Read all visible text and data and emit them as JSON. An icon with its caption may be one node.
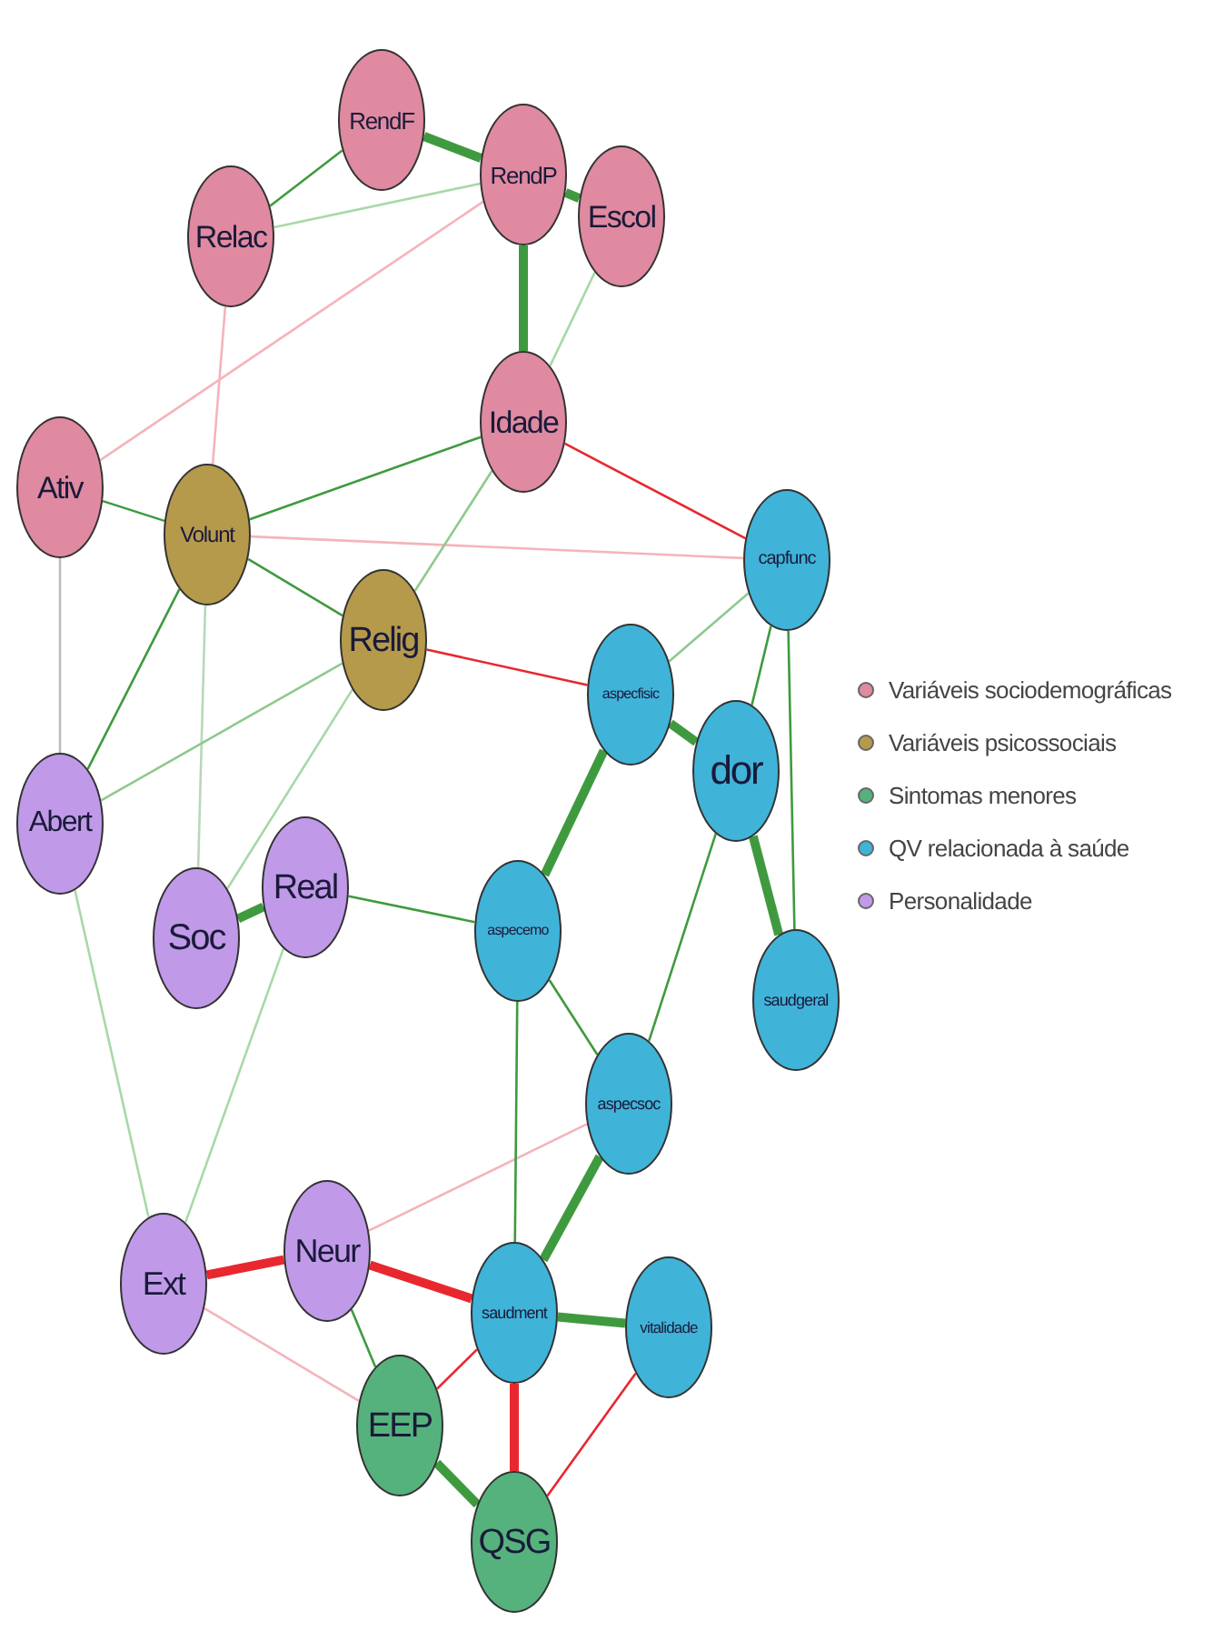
{
  "diagram": {
    "nodes": [
      {
        "text": [
          "RendF"
        ]
      },
      {
        "text": [
          "RendP"
        ]
      },
      {
        "text": [
          "Escol"
        ]
      },
      {
        "text": [
          "Relac"
        ]
      },
      {
        "text": [
          "Idade"
        ]
      },
      {
        "text": [
          "Ativ"
        ]
      },
      {
        "text": [
          "Volunt"
        ]
      },
      {
        "text": [
          "Relig"
        ]
      },
      {
        "text": [
          "capfunc"
        ]
      },
      {
        "text": [
          "aspecfisic"
        ]
      },
      {
        "text": [
          "dor"
        ]
      },
      {
        "text": [
          "Abert"
        ]
      },
      {
        "text": [
          "Soc"
        ]
      },
      {
        "text": [
          "Real"
        ]
      },
      {
        "text": [
          "aspecemo"
        ]
      },
      {
        "text": [
          "saudgeral"
        ]
      },
      {
        "text": [
          "aspecsoc"
        ]
      },
      {
        "text": [
          "Ext"
        ]
      },
      {
        "text": [
          "Neur"
        ]
      },
      {
        "text": [
          "saudment"
        ]
      },
      {
        "text": [
          "vitalidade"
        ]
      },
      {
        "text": [
          "EEP"
        ]
      },
      {
        "text": [
          "QSG"
        ]
      }
    ],
    "edges": [
      {
        "from": 0,
        "to": 1,
        "arrow": "none",
        "style": "thick"
      },
      {
        "from": 1,
        "to": 2,
        "arrow": "none",
        "style": "thick"
      },
      {
        "from": 1,
        "to": 4,
        "arrow": "none",
        "style": "thick"
      },
      {
        "from": 0,
        "to": 3,
        "arrow": "none"
      },
      {
        "from": 3,
        "to": 1,
        "arrow": "none",
        "color": "#a8d8a8"
      },
      {
        "from": 2,
        "to": 4,
        "arrow": "none",
        "color": "#a8d8a8"
      },
      {
        "from": 1,
        "to": 5,
        "arrow": "none",
        "color": "#f4b4bb"
      },
      {
        "from": 3,
        "to": 6,
        "arrow": "none",
        "color": "#f4b4bb"
      },
      {
        "from": 4,
        "to": 8,
        "arrow": "none",
        "color": "#e8272f"
      },
      {
        "from": 4,
        "to": 6,
        "arrow": "none"
      },
      {
        "from": 5,
        "to": 6,
        "arrow": "none"
      },
      {
        "from": 6,
        "to": 7,
        "arrow": "none"
      },
      {
        "from": 6,
        "to": 8,
        "arrow": "none",
        "color": "#f4b4bb"
      },
      {
        "from": 6,
        "to": 11,
        "arrow": "none"
      },
      {
        "from": 5,
        "to": 11,
        "arrow": "none",
        "color": "#bcbcbc"
      },
      {
        "from": 6,
        "to": 12,
        "arrow": "none",
        "color": "#b8d8b8"
      },
      {
        "from": 7,
        "to": 9,
        "arrow": "none",
        "color": "#e8272f"
      },
      {
        "from": 7,
        "to": 11,
        "arrow": "none",
        "color": "#8fc98f"
      },
      {
        "from": 7,
        "to": 12,
        "arrow": "none",
        "color": "#a8d8a8"
      },
      {
        "from": 4,
        "to": 7,
        "arrow": "none",
        "color": "#8fc98f"
      },
      {
        "from": 12,
        "to": 13,
        "arrow": "none",
        "style": "thick"
      },
      {
        "from": 13,
        "to": 14,
        "arrow": "none"
      },
      {
        "from": 9,
        "to": 14,
        "arrow": "none",
        "style": "thick"
      },
      {
        "from": 9,
        "to": 10,
        "arrow": "none",
        "style": "thick"
      },
      {
        "from": 8,
        "to": 10,
        "arrow": "none"
      },
      {
        "from": 8,
        "to": 9,
        "arrow": "none",
        "color": "#8fc98f"
      },
      {
        "from": 8,
        "to": 15,
        "arrow": "none"
      },
      {
        "from": 10,
        "to": 15,
        "arrow": "none",
        "style": "thick"
      },
      {
        "from": 14,
        "to": 16,
        "arrow": "none"
      },
      {
        "from": 10,
        "to": 16,
        "arrow": "none"
      },
      {
        "from": 16,
        "to": 19,
        "arrow": "none",
        "style": "thick"
      },
      {
        "from": 19,
        "to": 20,
        "arrow": "none",
        "style": "thick"
      },
      {
        "from": 17,
        "to": 18,
        "arrow": "none",
        "style": "thick",
        "color": "#e8272f"
      },
      {
        "from": 18,
        "to": 19,
        "arrow": "none",
        "style": "thick",
        "color": "#e8272f"
      },
      {
        "from": 18,
        "to": 21,
        "arrow": "none"
      },
      {
        "from": 21,
        "to": 22,
        "arrow": "none",
        "style": "thick"
      },
      {
        "from": 19,
        "to": 22,
        "arrow": "none",
        "style": "thick",
        "color": "#e8272f"
      },
      {
        "from": 21,
        "to": 19,
        "arrow": "none",
        "color": "#e8272f"
      },
      {
        "from": 20,
        "to": 22,
        "arrow": "none",
        "color": "#e8272f"
      },
      {
        "from": 17,
        "to": 21,
        "arrow": "none",
        "color": "#f4b4bb"
      },
      {
        "from": 18,
        "to": 16,
        "arrow": "none",
        "color": "#f4b4bb"
      },
      {
        "from": 11,
        "to": 17,
        "arrow": "none",
        "color": "#a8d8a8"
      },
      {
        "from": 13,
        "to": 17,
        "arrow": "none",
        "color": "#a8d8a8"
      },
      {
        "from": 14,
        "to": 19,
        "arrow": "none"
      }
    ],
    "legend": [
      {
        "text": "Variáveis sociodemográficas",
        "color": "#df8aa0"
      },
      {
        "text": "Variáveis psicossociais",
        "color": "#b59a4c"
      },
      {
        "text": "Sintomas menores",
        "color": "#55b27c"
      },
      {
        "text": "QV relacionada à saúde",
        "color": "#40b3d8"
      },
      {
        "text": "Personalidade",
        "color": "#c09ae8"
      }
    ]
  }
}
